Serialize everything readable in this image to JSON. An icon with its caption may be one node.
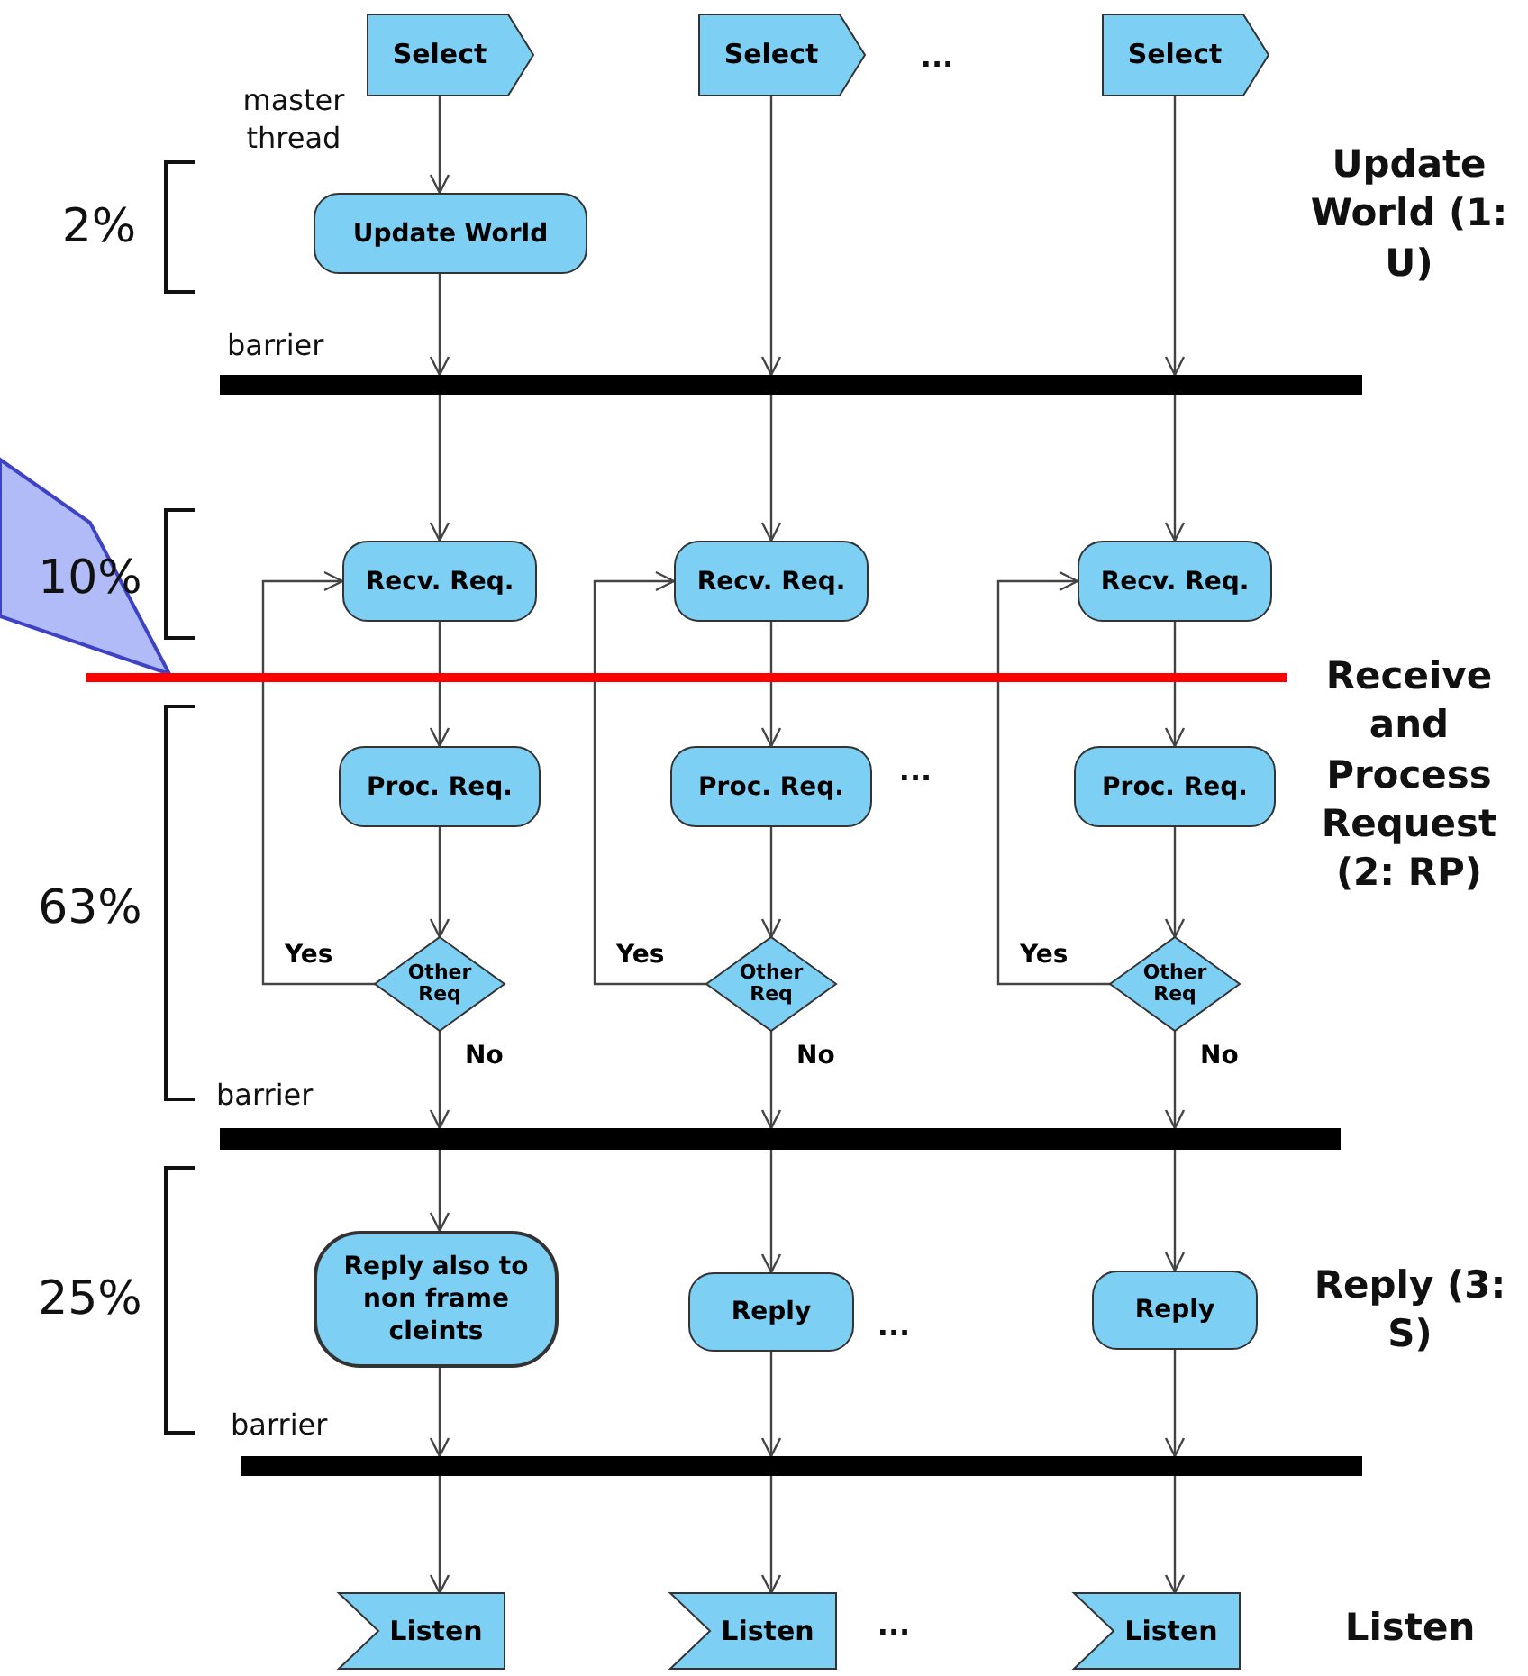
{
  "diagram": {
    "nodes": [
      {
        "text": [
          "Select"
        ]
      },
      {
        "text": [
          "Select"
        ]
      },
      {
        "text": [
          "Select"
        ]
      },
      {
        "text": [
          "Update World"
        ]
      },
      {
        "text": [],
        "shape": "bar"
      },
      {
        "text": [
          "Recv. Req."
        ]
      },
      {
        "text": [
          "Recv. Req."
        ]
      },
      {
        "text": [
          "Recv. Req."
        ]
      },
      {
        "text": [
          "Proc. Req."
        ]
      },
      {
        "text": [
          "Proc. Req."
        ]
      },
      {
        "text": [
          "Proc. Req."
        ]
      },
      {
        "text": [
          "Other Req"
        ]
      },
      {
        "text": [
          "Other Req"
        ]
      },
      {
        "text": [
          "Other Req"
        ]
      },
      {
        "text": [],
        "shape": "bar"
      },
      {
        "text": [
          "Reply also to non frame cleints"
        ]
      },
      {
        "text": [
          "Reply"
        ]
      },
      {
        "text": [
          "Reply"
        ]
      },
      {
        "text": [],
        "shape": "bar"
      },
      {
        "text": [
          "Listen"
        ]
      },
      {
        "text": [
          "Listen"
        ]
      },
      {
        "text": [
          "Listen"
        ]
      }
    ],
    "edges": [
      {
        "from": 0,
        "to": 3,
        "arrow": "to"
      },
      {
        "from": 3,
        "to": 4,
        "arrow": "to"
      },
      {
        "from": 1,
        "to": 4,
        "arrow": "to"
      },
      {
        "from": 2,
        "to": 4,
        "arrow": "to"
      },
      {
        "from": 4,
        "to": 5,
        "arrow": "to"
      },
      {
        "from": 4,
        "to": 6,
        "arrow": "to"
      },
      {
        "from": 4,
        "to": 7,
        "arrow": "to"
      },
      {
        "from": 5,
        "to": 8,
        "arrow": "to"
      },
      {
        "from": 6,
        "to": 9,
        "arrow": "to"
      },
      {
        "from": 7,
        "to": 10,
        "arrow": "to"
      },
      {
        "from": 8,
        "to": 11,
        "arrow": "to"
      },
      {
        "from": 9,
        "to": 12,
        "arrow": "to"
      },
      {
        "from": 10,
        "to": 13,
        "arrow": "to"
      },
      {
        "from": 11,
        "to": 5,
        "arrow": "to",
        "label": "Yes"
      },
      {
        "from": 12,
        "to": 6,
        "arrow": "to",
        "label": "Yes"
      },
      {
        "from": 13,
        "to": 7,
        "arrow": "to",
        "label": "Yes"
      },
      {
        "from": 11,
        "to": 14,
        "arrow": "to",
        "label": "No"
      },
      {
        "from": 12,
        "to": 14,
        "arrow": "to",
        "label": "No"
      },
      {
        "from": 13,
        "to": 14,
        "arrow": "to",
        "label": "No"
      },
      {
        "from": 14,
        "to": 15,
        "arrow": "to"
      },
      {
        "from": 14,
        "to": 16,
        "arrow": "to"
      },
      {
        "from": 14,
        "to": 17,
        "arrow": "to"
      },
      {
        "from": 15,
        "to": 18,
        "arrow": "to"
      },
      {
        "from": 16,
        "to": 18,
        "arrow": "to"
      },
      {
        "from": 17,
        "to": 18,
        "arrow": "to"
      },
      {
        "from": 18,
        "to": 19,
        "arrow": "to"
      },
      {
        "from": 18,
        "to": 20,
        "arrow": "to"
      },
      {
        "from": 18,
        "to": 21,
        "arrow": "to"
      }
    ],
    "labels": [
      "...",
      "master thread",
      "Update World (1: U)",
      "2%",
      "barrier",
      "10%",
      "Receive and Process Request (2: RP)",
      "...",
      "63%",
      "barrier",
      "25%",
      "Reply (3: S)",
      "...",
      "barrier",
      "Listen",
      "..."
    ]
  }
}
